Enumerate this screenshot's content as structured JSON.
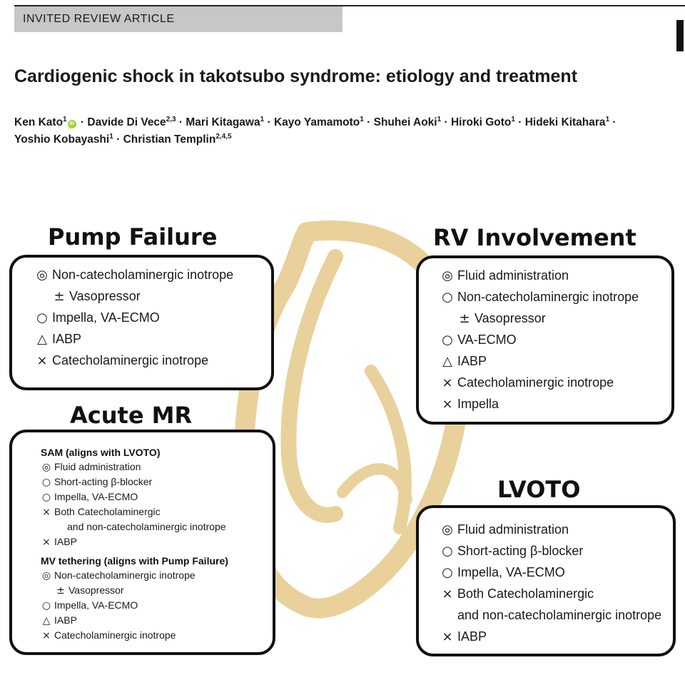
{
  "header": {
    "banner": "INVITED REVIEW ARTICLE",
    "title": "Cardiogenic shock in takotsubo syndrome: etiology and treatment"
  },
  "authors": [
    {
      "name": "Ken Kato",
      "aff": "1",
      "orcid": "iD"
    },
    {
      "name": "Davide Di Vece",
      "aff": "2,3"
    },
    {
      "name": "Mari Kitagawa",
      "aff": "1"
    },
    {
      "name": "Kayo Yamamoto",
      "aff": "1"
    },
    {
      "name": "Shuhei Aoki",
      "aff": "1"
    },
    {
      "name": "Hiroki Goto",
      "aff": "1"
    },
    {
      "name": "Hideki Kitahara",
      "aff": "1"
    },
    {
      "name": "Yoshio Kobayashi",
      "aff": "1"
    },
    {
      "name": "Christian Templin",
      "aff": "2,4,5"
    }
  ],
  "author_separator": "·",
  "figure": {
    "heart_color": "#e6c98a",
    "pump_failure": {
      "heading": "Pump Failure",
      "items": [
        {
          "mark": "◎",
          "text": "Non-catecholaminergic inotrope"
        },
        {
          "mark": "±",
          "text": "Vasopressor"
        },
        {
          "mark": "○",
          "text": "Impella, VA-ECMO"
        },
        {
          "mark": "△",
          "text": "IABP"
        },
        {
          "mark": "×",
          "text": "Catecholaminergic inotrope"
        }
      ]
    },
    "rv_involvement": {
      "heading": "RV Involvement",
      "items": [
        {
          "mark": "◎",
          "text": "Fluid administration"
        },
        {
          "mark": "○",
          "text": "Non-catecholaminergic inotrope"
        },
        {
          "mark": "±",
          "text": "Vasopressor"
        },
        {
          "mark": "○",
          "text": "VA-ECMO"
        },
        {
          "mark": "△",
          "text": "IABP"
        },
        {
          "mark": "×",
          "text": "Catecholaminergic inotrope"
        },
        {
          "mark": "×",
          "text": "Impella"
        }
      ]
    },
    "acute_mr": {
      "heading": "Acute MR",
      "sam_title": "SAM (aligns with LVOTO)",
      "sam_items": [
        {
          "mark": "◎",
          "text": "Fluid administration"
        },
        {
          "mark": "○",
          "text": "Short-acting β-blocker"
        },
        {
          "mark": "○",
          "text": "Impella, VA-ECMO"
        },
        {
          "mark": "×",
          "text": "Both Catecholaminergic"
        },
        {
          "mark": "",
          "text": "and non-catecholaminergic inotrope"
        },
        {
          "mark": "×",
          "text": "IABP"
        }
      ],
      "mv_title": "MV tethering (aligns with Pump Failure)",
      "mv_items": [
        {
          "mark": "◎",
          "text": "Non-catecholaminergic inotrope"
        },
        {
          "mark": "±",
          "text": "Vasopressor"
        },
        {
          "mark": "○",
          "text": "Impella, VA-ECMO"
        },
        {
          "mark": "△",
          "text": "IABP"
        },
        {
          "mark": "×",
          "text": "Catecholaminergic inotrope"
        }
      ]
    },
    "lvoto": {
      "heading": "LVOTO",
      "items": [
        {
          "mark": "◎",
          "text": "Fluid administration"
        },
        {
          "mark": "○",
          "text": "Short-acting β-blocker"
        },
        {
          "mark": "○",
          "text": "Impella, VA-ECMO"
        },
        {
          "mark": "×",
          "text": "Both Catecholaminergic"
        },
        {
          "mark": "",
          "text": "and non-catecholaminergic inotrope"
        },
        {
          "mark": "×",
          "text": "IABP"
        }
      ]
    }
  }
}
